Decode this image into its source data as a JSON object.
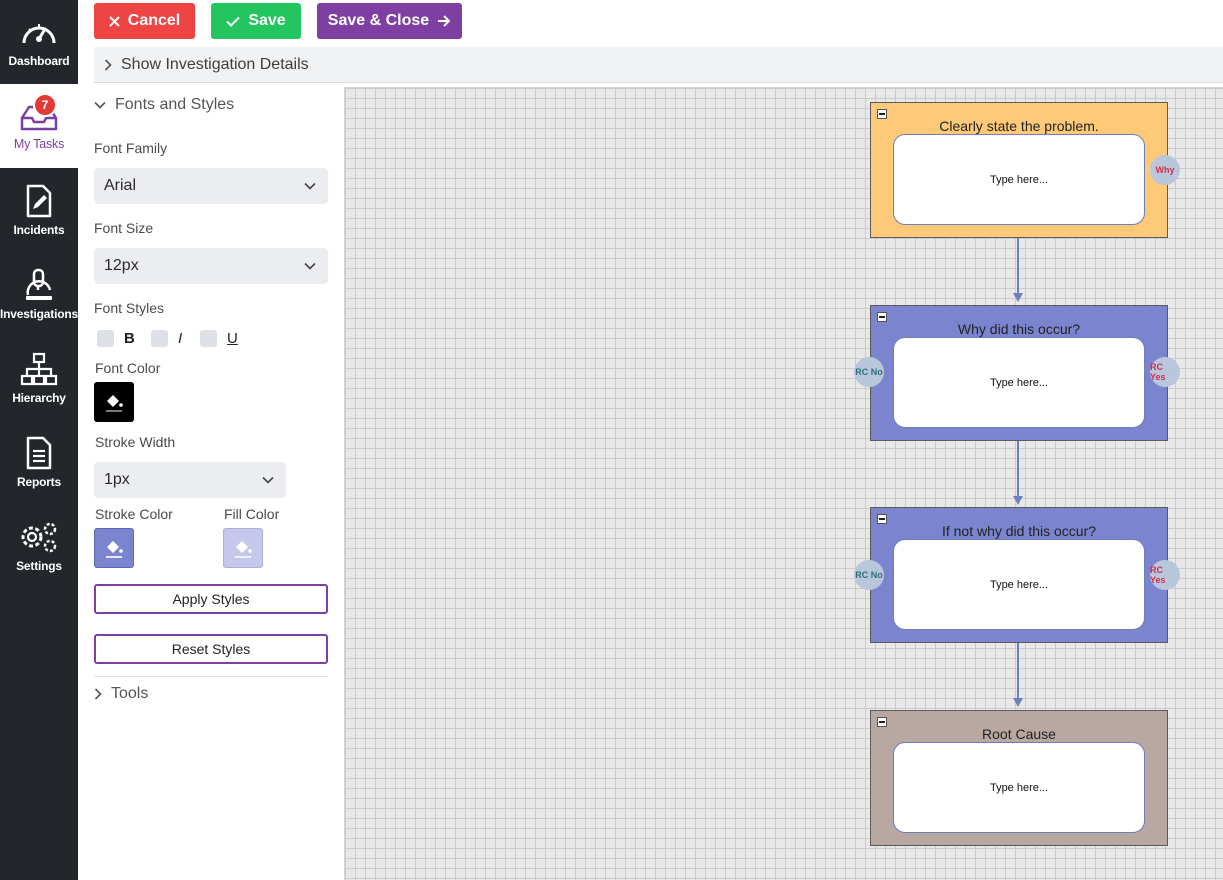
{
  "nav": {
    "items": [
      {
        "label": "Dashboard",
        "icon": "dashboard-gauge-icon"
      },
      {
        "label": "My Tasks",
        "icon": "inbox-tray-icon",
        "badge": "7",
        "active": true
      },
      {
        "label": "Incidents",
        "icon": "document-edit-icon"
      },
      {
        "label": "Investigations",
        "icon": "microscope-icon"
      },
      {
        "label": "Hierarchy",
        "icon": "org-chart-icon"
      },
      {
        "label": "Reports",
        "icon": "report-document-icon"
      },
      {
        "label": "Settings",
        "icon": "gears-icon"
      }
    ]
  },
  "toolbar": {
    "cancel_label": "Cancel",
    "save_label": "Save",
    "save_close_label": "Save & Close"
  },
  "investigation_bar": {
    "label": "Show Investigation Details"
  },
  "panel": {
    "fonts_section_label": "Fonts and Styles",
    "font_family_label": "Font Family",
    "font_family_value": "Arial",
    "font_size_label": "Font Size",
    "font_size_value": "12px",
    "font_styles_label": "Font Styles",
    "bold_label": "B",
    "italic_label": "I",
    "underline_label": "U",
    "font_color_label": "Font Color",
    "font_color": "#000000",
    "stroke_width_label": "Stroke Width",
    "stroke_width_value": "1px",
    "stroke_color_label": "Stroke Color",
    "stroke_color": "#7b85cf",
    "fill_color_label": "Fill Color",
    "fill_color": "#c5c8ea",
    "apply_label": "Apply Styles",
    "reset_label": "Reset Styles",
    "tools_section_label": "Tools"
  },
  "diagram": {
    "nodes": [
      {
        "title": "Clearly state the problem.",
        "body": "Type here...",
        "fill": "#ffc97a",
        "right_badge": "Why"
      },
      {
        "title": "Why did this occur?",
        "body": "Type here...",
        "fill": "#7b85cf",
        "left_badge": "RC No",
        "right_badge": "RC Yes"
      },
      {
        "title": "If not why did this occur?",
        "body": "Type here...",
        "fill": "#7b85cf",
        "left_badge": "RC No",
        "right_badge": "RC Yes"
      },
      {
        "title": "Root Cause",
        "body": "Type here...",
        "fill": "#b9a8a2"
      }
    ],
    "connector_color": "#6a82be"
  },
  "colors": {
    "nav_bg": "#23272b",
    "accent": "#7e3fa2",
    "cancel": "#ef4444",
    "save": "#22c55e",
    "badge": "#e53935"
  }
}
